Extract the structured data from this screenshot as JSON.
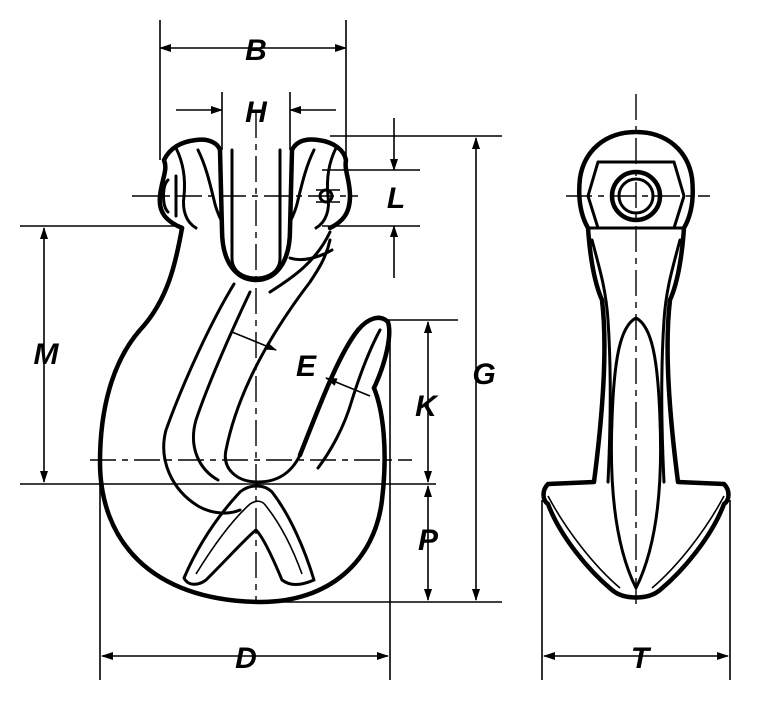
{
  "labels": {
    "B": "B",
    "H": "H",
    "L": "L",
    "M": "M",
    "E": "E",
    "G": "G",
    "K": "K",
    "P": "P",
    "D": "D",
    "T": "T"
  }
}
